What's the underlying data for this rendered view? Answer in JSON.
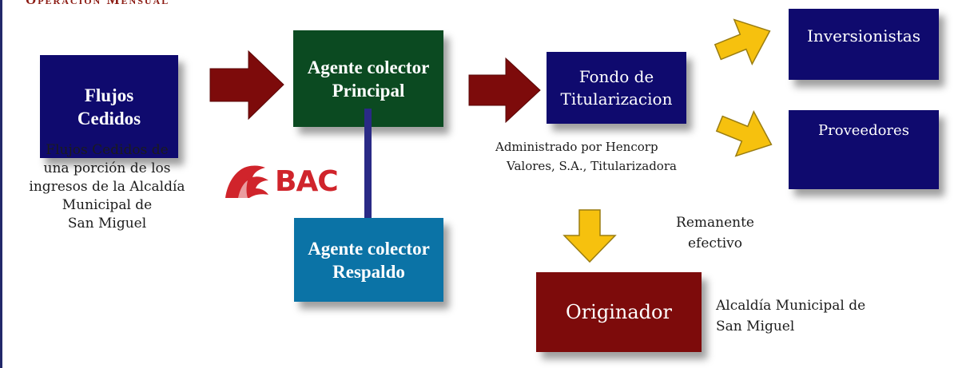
{
  "title": "Operación Mensual",
  "boxes": {
    "flujos": [
      "Flujos",
      "Cedidos"
    ],
    "principal": [
      "Agente colector",
      "Principal"
    ],
    "respaldo": [
      "Agente colector",
      "Respaldo"
    ],
    "fondo": [
      "Fondo de",
      "Titularizacion"
    ],
    "inversionistas": "Inversionistas",
    "proveedores": "Proveedores",
    "originador": "Originador"
  },
  "notes": {
    "flujos": [
      "Flujos Cedidos de",
      "una porción de los",
      "ingresos de la  Alcaldía",
      "Municipal de",
      "San Miguel"
    ],
    "fondo": [
      "Administrado por Hencorp",
      "Valores, S.A., Titularizadora"
    ],
    "remanente": [
      "Remanente",
      "efectivo"
    ],
    "alcaldia": [
      "Alcaldía Municipal de",
      "San Miguel"
    ]
  },
  "logo": "BAC",
  "colors": {
    "navy": "#0f0a6e",
    "green": "#0b4a21",
    "teal": "#0b73a6",
    "maroon": "#7d0b0b",
    "arrow_red": "#7d0b0b",
    "arrow_yellow": "#f6c10e",
    "logo_red": "#d0242b"
  }
}
